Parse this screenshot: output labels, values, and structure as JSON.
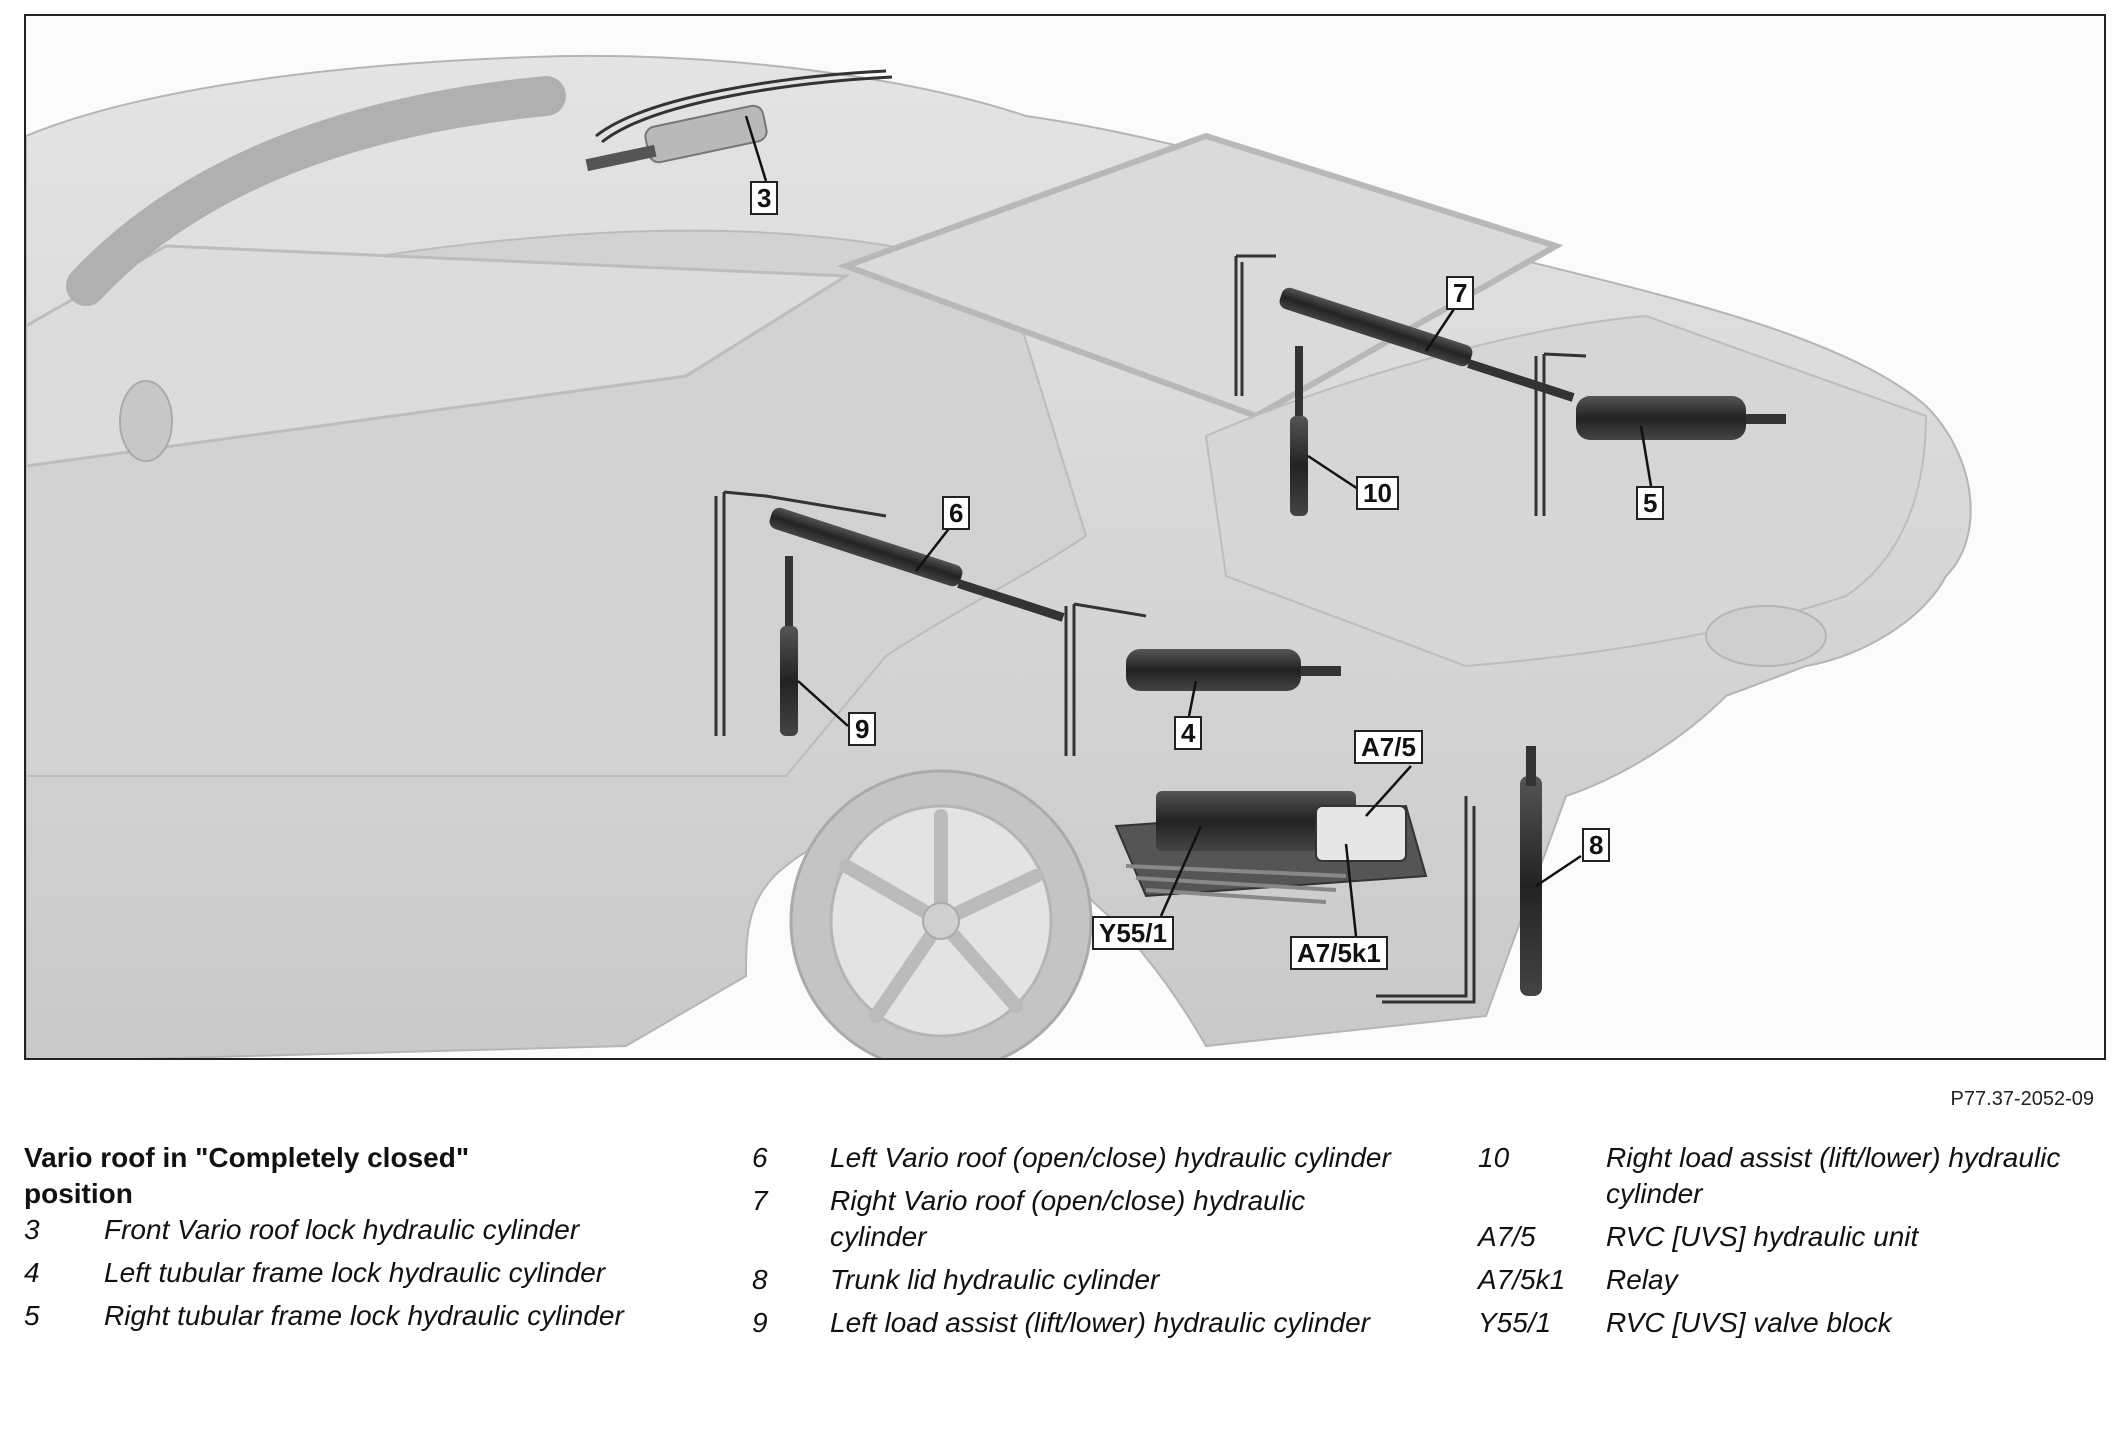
{
  "figure": {
    "id_label": "P77.37-2052-09",
    "callouts": {
      "c3": "3",
      "c4": "4",
      "c5": "5",
      "c6": "6",
      "c7": "7",
      "c8": "8",
      "c9": "9",
      "c10": "10",
      "ca75": "A7/5",
      "ca75k1": "A7/5k1",
      "cy551": "Y55/1"
    }
  },
  "legend": {
    "title": "Vario roof in \"Completely closed\" position",
    "columns": [
      [
        {
          "code": "3",
          "desc": "Front Vario roof lock hydraulic cylinder"
        },
        {
          "code": "4",
          "desc": "Left tubular frame lock hydraulic cylinder"
        },
        {
          "code": "5",
          "desc": "Right tubular frame lock hydraulic cylinder"
        }
      ],
      [
        {
          "code": "6",
          "desc": "Left Vario roof (open/close) hydraulic cylinder"
        },
        {
          "code": "7",
          "desc": "Right Vario roof (open/close) hydraulic cylinder"
        },
        {
          "code": "8",
          "desc": "Trunk lid hydraulic cylinder"
        },
        {
          "code": "9",
          "desc": "Left load assist (lift/lower) hydraulic cylinder"
        }
      ],
      [
        {
          "code": "10",
          "desc": "Right load assist (lift/lower) hydraulic cylinder"
        },
        {
          "code": "A7/5",
          "desc": "RVC [UVS] hydraulic unit"
        },
        {
          "code": "A7/5k1",
          "desc": "Relay"
        },
        {
          "code": "Y55/1",
          "desc": "RVC [UVS] valve block"
        }
      ]
    ]
  }
}
